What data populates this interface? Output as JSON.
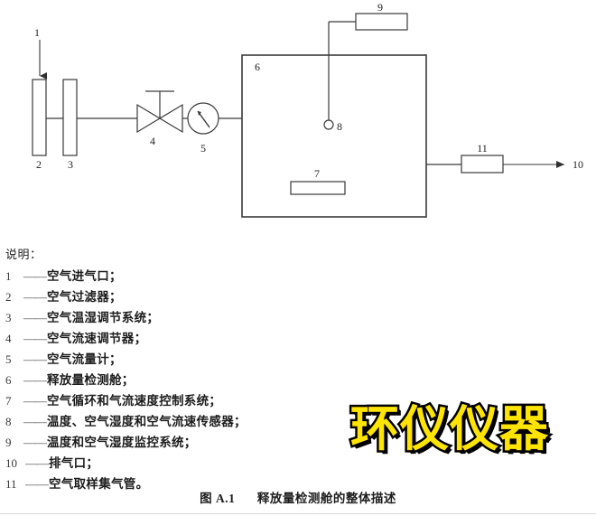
{
  "diagram": {
    "title": "释放量检测舱的整体描述",
    "line_color": "#3a3a3a",
    "labels": {
      "inlet_arrow": "1",
      "air_filter": "2",
      "temp_humidity_conditioner": "3",
      "flow_regulator_valve": "4",
      "flow_meter": "5",
      "chamber": "6",
      "circulation_system": "7",
      "sensor": "8",
      "monitoring_system": "9",
      "exhaust_outlet": "10",
      "sampling_manifold": "11"
    }
  },
  "legend": {
    "heading": "说明：",
    "items": [
      {
        "num": "1",
        "dash": "——",
        "text": "空气进气口；"
      },
      {
        "num": "2",
        "dash": "——",
        "text": "空气过滤器；"
      },
      {
        "num": "3",
        "dash": "——",
        "text": "空气温湿调节系统；"
      },
      {
        "num": "4",
        "dash": "——",
        "text": "空气流速调节器；"
      },
      {
        "num": "5",
        "dash": "——",
        "text": "空气流量计；"
      },
      {
        "num": "6",
        "dash": "——",
        "text": "释放量检测舱；"
      },
      {
        "num": "7",
        "dash": "——",
        "text": "空气循环和气流速度控制系统；"
      },
      {
        "num": "8",
        "dash": "——",
        "text": "温度、空气湿度和空气流速传感器；"
      },
      {
        "num": "9",
        "dash": "——",
        "text": "温度和空气湿度监控系统；"
      },
      {
        "num": "10",
        "dash": "——",
        "text": "排气口；"
      },
      {
        "num": "11",
        "dash": "——",
        "text": "空气取样集气管。"
      }
    ]
  },
  "watermark": {
    "text": "环仪仪器",
    "fill_color": "#ffe400",
    "outline_color": "#000000"
  },
  "caption": {
    "fignum": "图 A.1",
    "text": "释放量检测舱的整体描述"
  }
}
